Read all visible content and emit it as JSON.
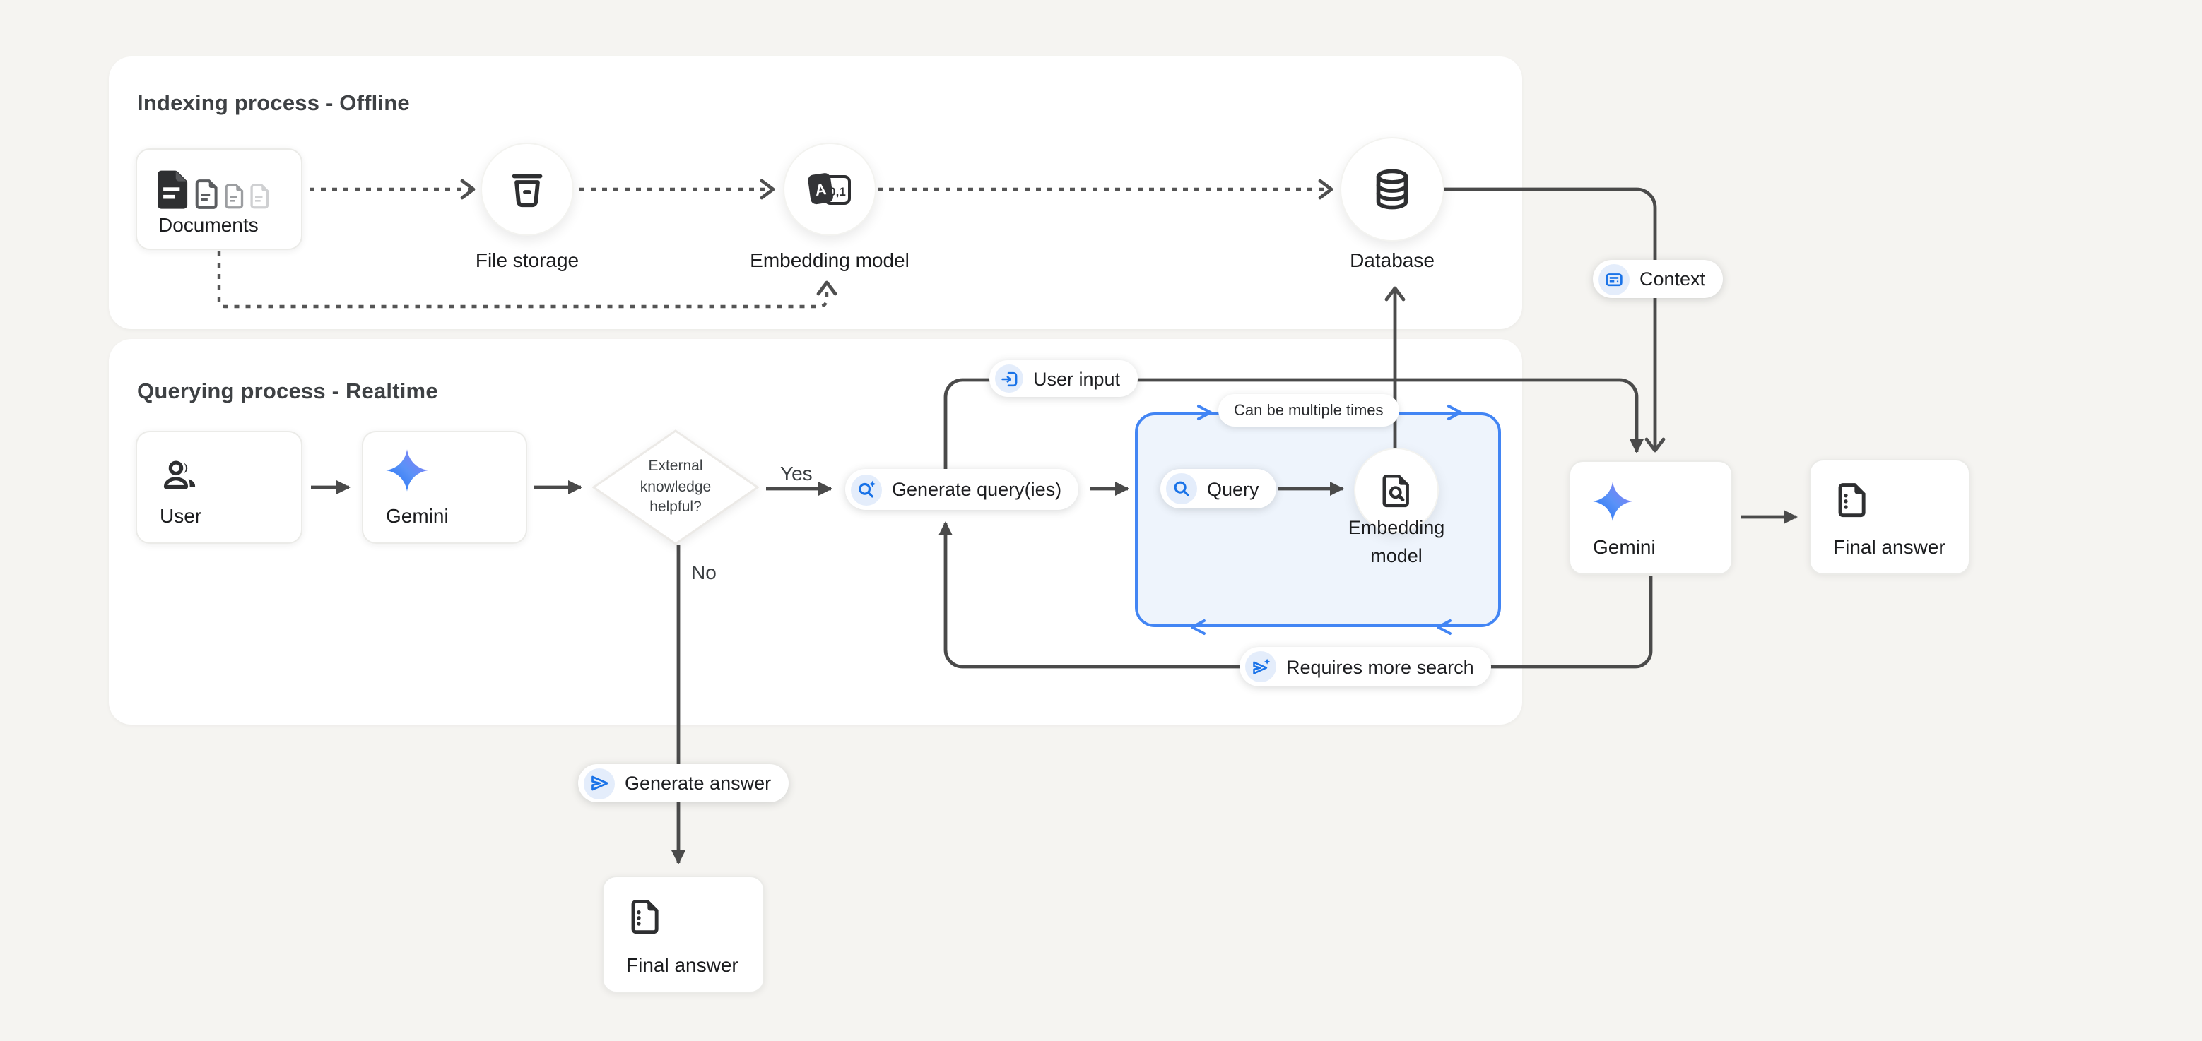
{
  "colors": {
    "page_background": "#f5f4f1",
    "panel_background": "#ffffff",
    "line": "#4b4b4b",
    "accent_blue": "#1a73e8",
    "flow_box_border": "#4285f4",
    "flow_box_fill": "#eef4fc",
    "gemini_gradient_start": "#1b6ef3",
    "gemini_gradient_end": "#9178f5"
  },
  "panels": {
    "indexing": {
      "title": "Indexing process - Offline"
    },
    "querying": {
      "title": "Querying process - Realtime"
    }
  },
  "nodes": {
    "documents": {
      "label": "Documents"
    },
    "file_storage": {
      "label": "File storage"
    },
    "embedding_model": {
      "label": "Embedding model"
    },
    "database": {
      "label": "Database"
    },
    "user": {
      "label": "User"
    },
    "gemini_query": {
      "label": "Gemini"
    },
    "decision": {
      "label": "External knowledge helpful?"
    },
    "generate_queries": {
      "label": "Generate query(ies)"
    },
    "query": {
      "label": "Query"
    },
    "embedding_model_query": {
      "label": "Embedding model"
    },
    "gemini_answer": {
      "label": "Gemini"
    },
    "final_answer": {
      "label": "Final answer"
    },
    "final_answer_direct": {
      "label": "Final answer"
    }
  },
  "badges": {
    "user_input": {
      "label": "User input"
    },
    "context": {
      "label": "Context"
    },
    "can_be_multiple_times": {
      "label": "Can be multiple times"
    },
    "requires_more_search": {
      "label": "Requires more search"
    },
    "generate_answer": {
      "label": "Generate answer"
    }
  },
  "edge_labels": {
    "yes": "Yes",
    "no": "No"
  },
  "embedding_icon_text": {
    "letter": "A",
    "digits": "0,1"
  },
  "icons": [
    "documents-icon",
    "bucket-icon",
    "translate-embedding-icon",
    "database-icon",
    "users-icon",
    "gemini-star-icon",
    "search-sparkle-icon",
    "login-icon",
    "article-icon",
    "search-icon",
    "document-search-icon",
    "document-icon",
    "send-icon",
    "send-sparkle-icon"
  ]
}
